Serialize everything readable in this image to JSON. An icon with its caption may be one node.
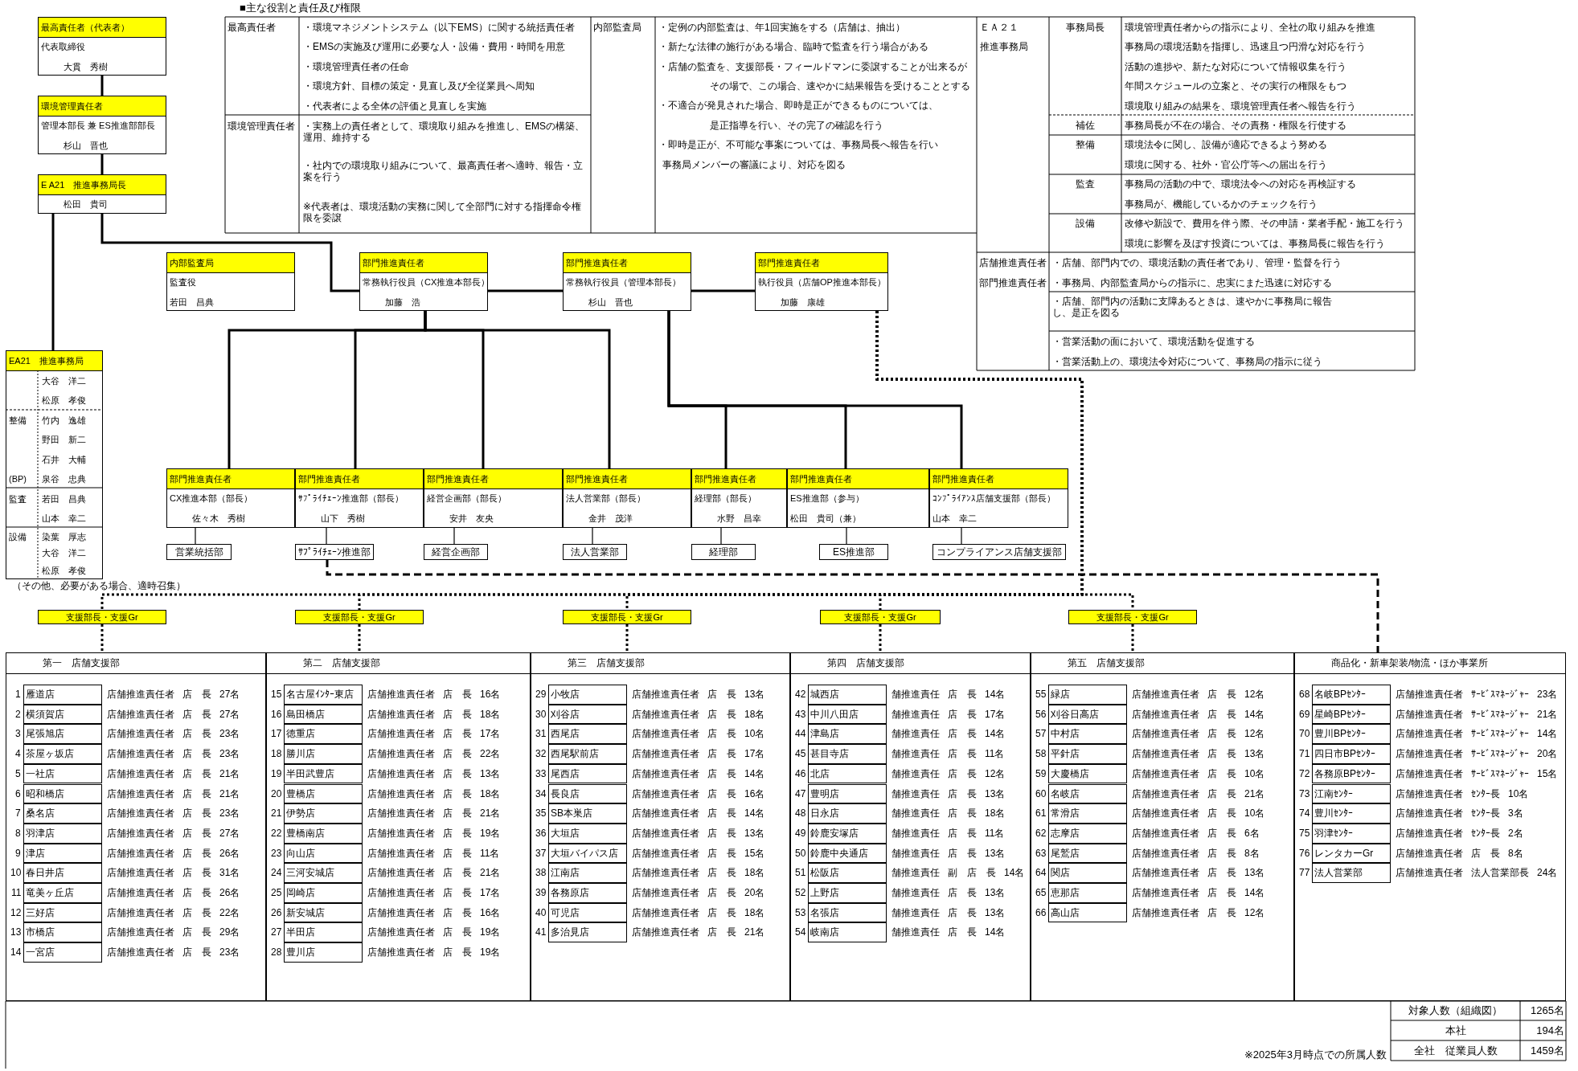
{
  "diagram": {
    "nodes": [
      {
        "text": [
          "最高責任者（代表者）",
          "代表取締役",
          "大貫　秀樹"
        ]
      },
      {
        "text": [
          "環境管理責任者",
          "管理本部長 兼 ES推進部部長",
          "杉山　晋也"
        ]
      },
      {
        "text": [
          "E A21　推進事務局長",
          "松田　貴司"
        ]
      },
      {
        "text": [
          "EA21　推進事務局",
          "大谷　洋二",
          "松原　孝俊",
          "整備",
          "竹内　逸雄",
          "野田　新二",
          "石井　大輔",
          "(BP)",
          "泉谷　忠典",
          "監査",
          "若田　昌典",
          "山本　幸二",
          "設備",
          "染葉　厚志",
          "大谷　洋二",
          "松原　孝俊"
        ],
        "beside": [
          "（その他、必要がある場合、適時召集）"
        ]
      },
      {
        "text": [
          "内部監査局",
          "監査役",
          "若田　昌典"
        ]
      },
      {
        "text": [
          "部門推進責任者",
          "常務執行役員（CX推進本部長）",
          "加藤　浩"
        ]
      },
      {
        "text": [
          "部門推進責任者",
          "常務執行役員（管理本部長）",
          "杉山　晋也"
        ]
      },
      {
        "text": [
          "部門推進責任者",
          "執行役員（店舗OP推進本部長）",
          "加藤　康雄"
        ]
      },
      {
        "text": [
          "部門推進責任者",
          "CX推進本部（部長）",
          "佐々木　秀樹"
        ]
      },
      {
        "text": [
          "部門推進責任者",
          "ｻﾌﾟﾗｲﾁｪｰﾝ推進部（部長）",
          "山下　秀樹"
        ]
      },
      {
        "text": [
          "部門推進責任者",
          "経営企画部（部長）",
          "安井　友央"
        ]
      },
      {
        "text": [
          "部門推進責任者",
          "法人営業部（部長）",
          "金井　茂洋"
        ]
      },
      {
        "text": [
          "部門推進責任者",
          "経理部（部長）",
          "水野　昌幸"
        ]
      },
      {
        "text": [
          "部門推進責任者",
          "ES推進部（参与）",
          "松田　貴司（兼）"
        ]
      },
      {
        "text": [
          "部門推進責任者",
          "ｺﾝﾌﾟﾗｲｱﾝｽ店舗支援部（部長）",
          "山本　幸二"
        ]
      },
      {
        "text": [
          "営業統括部"
        ]
      },
      {
        "text": [
          "ｻﾌﾟﾗｲﾁｪｰﾝ推進部"
        ]
      },
      {
        "text": [
          "経営企画部"
        ]
      },
      {
        "text": [
          "法人営業部"
        ]
      },
      {
        "text": [
          "経理部"
        ]
      },
      {
        "text": [
          "ES推進部"
        ]
      },
      {
        "text": [
          "コンプライアンス店舗支援部"
        ]
      },
      {
        "text": [
          "支援部長・支援Gr"
        ]
      },
      {
        "text": [
          "支援部長・支援Gr"
        ]
      },
      {
        "text": [
          "支援部長・支援Gr"
        ]
      },
      {
        "text": [
          "支援部長・支援Gr"
        ]
      },
      {
        "text": [
          "支援部長・支援Gr"
        ]
      },
      {
        "text": [
          "第一　店舗支援部"
        ]
      },
      {
        "text": [
          "第二　店舗支援部"
        ]
      },
      {
        "text": [
          "第三　店舗支援部"
        ]
      },
      {
        "text": [
          "第四　店舗支援部"
        ]
      },
      {
        "text": [
          "第五　店舗支援部"
        ]
      },
      {
        "text": [
          "商品化・新車架装/物流・ほか事業所"
        ]
      },
      {
        "text": [
          "雁道店"
        ],
        "in": 27,
        "beside": [
          "1",
          "店舗推進責任者",
          "店　長",
          "27名"
        ]
      },
      {
        "text": [
          "横須賀店"
        ],
        "in": 27,
        "beside": [
          "2",
          "店舗推進責任者",
          "店　長",
          "27名"
        ]
      },
      {
        "text": [
          "尾張旭店"
        ],
        "in": 27,
        "beside": [
          "3",
          "店舗推進責任者",
          "店　長",
          "23名"
        ]
      },
      {
        "text": [
          "茶屋ヶ坂店"
        ],
        "in": 27,
        "beside": [
          "4",
          "店舗推進責任者",
          "店　長",
          "23名"
        ]
      },
      {
        "text": [
          "一社店"
        ],
        "in": 27,
        "beside": [
          "5",
          "店舗推進責任者",
          "店　長",
          "21名"
        ]
      },
      {
        "text": [
          "昭和橋店"
        ],
        "in": 27,
        "beside": [
          "6",
          "店舗推進責任者",
          "店　長",
          "21名"
        ]
      },
      {
        "text": [
          "桑名店"
        ],
        "in": 27,
        "beside": [
          "7",
          "店舗推進責任者",
          "店　長",
          "23名"
        ]
      },
      {
        "text": [
          "羽津店"
        ],
        "in": 27,
        "beside": [
          "8",
          "店舗推進責任者",
          "店　長",
          "27名"
        ]
      },
      {
        "text": [
          "津店"
        ],
        "in": 27,
        "beside": [
          "9",
          "店舗推進責任者",
          "店　長",
          "26名"
        ]
      },
      {
        "text": [
          "春日井店"
        ],
        "in": 27,
        "beside": [
          "10",
          "店舗推進責任者",
          "店　長",
          "31名"
        ]
      },
      {
        "text": [
          "竜美ヶ丘店"
        ],
        "in": 27,
        "beside": [
          "11",
          "店舗推進責任者",
          "店　長",
          "26名"
        ]
      },
      {
        "text": [
          "三好店"
        ],
        "in": 27,
        "beside": [
          "12",
          "店舗推進責任者",
          "店　長",
          "22名"
        ]
      },
      {
        "text": [
          "市橋店"
        ],
        "in": 27,
        "beside": [
          "13",
          "店舗推進責任者",
          "店　長",
          "29名"
        ]
      },
      {
        "text": [
          "一宮店"
        ],
        "in": 27,
        "beside": [
          "14",
          "店舗推進責任者",
          "店　長",
          "23名"
        ]
      },
      {
        "text": [
          "名古屋ｲﾝﾀｰ東店"
        ],
        "in": 28,
        "beside": [
          "15",
          "店舗推進責任者",
          "店　長",
          "16名"
        ]
      },
      {
        "text": [
          "島田橋店"
        ],
        "in": 28,
        "beside": [
          "16",
          "店舗推進責任者",
          "店　長",
          "18名"
        ]
      },
      {
        "text": [
          "徳重店"
        ],
        "in": 28,
        "beside": [
          "17",
          "店舗推進責任者",
          "店　長",
          "17名"
        ]
      },
      {
        "text": [
          "勝川店"
        ],
        "in": 28,
        "beside": [
          "18",
          "店舗推進責任者",
          "店　長",
          "22名"
        ]
      },
      {
        "text": [
          "半田武豊店"
        ],
        "in": 28,
        "beside": [
          "19",
          "店舗推進責任者",
          "店　長",
          "13名"
        ]
      },
      {
        "text": [
          "豊橋店"
        ],
        "in": 28,
        "beside": [
          "20",
          "店舗推進責任者",
          "店　長",
          "18名"
        ]
      },
      {
        "text": [
          "伊勢店"
        ],
        "in": 28,
        "beside": [
          "21",
          "店舗推進責任者",
          "店　長",
          "21名"
        ]
      },
      {
        "text": [
          "豊橋南店"
        ],
        "in": 28,
        "beside": [
          "22",
          "店舗推進責任者",
          "店　長",
          "19名"
        ]
      },
      {
        "text": [
          "向山店"
        ],
        "in": 28,
        "beside": [
          "23",
          "店舗推進責任者",
          "店　長",
          "11名"
        ]
      },
      {
        "text": [
          "三河安城店"
        ],
        "in": 28,
        "beside": [
          "24",
          "店舗推進責任者",
          "店　長",
          "21名"
        ]
      },
      {
        "text": [
          "岡崎店"
        ],
        "in": 28,
        "beside": [
          "25",
          "店舗推進責任者",
          "店　長",
          "17名"
        ]
      },
      {
        "text": [
          "新安城店"
        ],
        "in": 28,
        "beside": [
          "26",
          "店舗推進責任者",
          "店　長",
          "16名"
        ]
      },
      {
        "text": [
          "半田店"
        ],
        "in": 28,
        "beside": [
          "27",
          "店舗推進責任者",
          "店　長",
          "19名"
        ]
      },
      {
        "text": [
          "豊川店"
        ],
        "in": 28,
        "beside": [
          "28",
          "店舗推進責任者",
          "店　長",
          "19名"
        ]
      },
      {
        "text": [
          "小牧店"
        ],
        "in": 29,
        "beside": [
          "29",
          "店舗推進責任者",
          "店　長",
          "13名"
        ]
      },
      {
        "text": [
          "刈谷店"
        ],
        "in": 29,
        "beside": [
          "30",
          "店舗推進責任者",
          "店　長",
          "18名"
        ]
      },
      {
        "text": [
          "西尾店"
        ],
        "in": 29,
        "beside": [
          "31",
          "店舗推進責任者",
          "店　長",
          "10名"
        ]
      },
      {
        "text": [
          "西尾駅前店"
        ],
        "in": 29,
        "beside": [
          "32",
          "店舗推進責任者",
          "店　長",
          "17名"
        ]
      },
      {
        "text": [
          "尾西店"
        ],
        "in": 29,
        "beside": [
          "33",
          "店舗推進責任者",
          "店　長",
          "14名"
        ]
      },
      {
        "text": [
          "長良店"
        ],
        "in": 29,
        "beside": [
          "34",
          "店舗推進責任者",
          "店　長",
          "16名"
        ]
      },
      {
        "text": [
          "SB本巣店"
        ],
        "in": 29,
        "beside": [
          "35",
          "店舗推進責任者",
          "店　長",
          "14名"
        ]
      },
      {
        "text": [
          "大垣店"
        ],
        "in": 29,
        "beside": [
          "36",
          "店舗推進責任者",
          "店　長",
          "13名"
        ]
      },
      {
        "text": [
          "大垣バイパス店"
        ],
        "in": 29,
        "beside": [
          "37",
          "店舗推進責任者",
          "店　長",
          "15名"
        ]
      },
      {
        "text": [
          "江南店"
        ],
        "in": 29,
        "beside": [
          "38",
          "店舗推進責任者",
          "店　長",
          "18名"
        ]
      },
      {
        "text": [
          "各務原店"
        ],
        "in": 29,
        "beside": [
          "39",
          "店舗推進責任者",
          "店　長",
          "20名"
        ]
      },
      {
        "text": [
          "可児店"
        ],
        "in": 29,
        "beside": [
          "40",
          "店舗推進責任者",
          "店　長",
          "18名"
        ]
      },
      {
        "text": [
          "多治見店"
        ],
        "in": 29,
        "beside": [
          "41",
          "店舗推進責任者",
          "店　長",
          "21名"
        ]
      },
      {
        "text": [
          "城西店"
        ],
        "in": 30,
        "beside": [
          "42",
          "舗推進責任",
          "店　長",
          "14名"
        ]
      },
      {
        "text": [
          "中川八田店"
        ],
        "in": 30,
        "beside": [
          "43",
          "舗推進責任",
          "店　長",
          "17名"
        ]
      },
      {
        "text": [
          "津島店"
        ],
        "in": 30,
        "beside": [
          "44",
          "舗推進責任",
          "店　長",
          "14名"
        ]
      },
      {
        "text": [
          "甚目寺店"
        ],
        "in": 30,
        "beside": [
          "45",
          "舗推進責任",
          "店　長",
          "11名"
        ]
      },
      {
        "text": [
          "北店"
        ],
        "in": 30,
        "beside": [
          "46",
          "舗推進責任",
          "店　長",
          "12名"
        ]
      },
      {
        "text": [
          "豊明店"
        ],
        "in": 30,
        "beside": [
          "47",
          "舗推進責任",
          "店　長",
          "13名"
        ]
      },
      {
        "text": [
          "日永店"
        ],
        "in": 30,
        "beside": [
          "48",
          "舗推進責任",
          "店　長",
          "18名"
        ]
      },
      {
        "text": [
          "鈴鹿安塚店"
        ],
        "in": 30,
        "beside": [
          "49",
          "舗推進責任",
          "店　長",
          "11名"
        ]
      },
      {
        "text": [
          "鈴鹿中央通店"
        ],
        "in": 30,
        "beside": [
          "50",
          "舗推進責任",
          "店　長",
          "13名"
        ]
      },
      {
        "text": [
          "松阪店"
        ],
        "in": 30,
        "beside": [
          "51",
          "舗推進責任",
          "副　店　長",
          "14名"
        ]
      },
      {
        "text": [
          "上野店"
        ],
        "in": 30,
        "beside": [
          "52",
          "舗推進責任",
          "店　長",
          "13名"
        ]
      },
      {
        "text": [
          "名張店"
        ],
        "in": 30,
        "beside": [
          "53",
          "舗推進責任",
          "店　長",
          "13名"
        ]
      },
      {
        "text": [
          "岐南店"
        ],
        "in": 30,
        "beside": [
          "54",
          "舗推進責任",
          "店　長",
          "14名"
        ]
      },
      {
        "text": [
          "緑店"
        ],
        "in": 31,
        "beside": [
          "55",
          "店舗推進責任者",
          "店　長",
          "12名"
        ]
      },
      {
        "text": [
          "刈谷日高店"
        ],
        "in": 31,
        "beside": [
          "56",
          "店舗推進責任者",
          "店　長",
          "14名"
        ]
      },
      {
        "text": [
          "中村店"
        ],
        "in": 31,
        "beside": [
          "57",
          "店舗推進責任者",
          "店　長",
          "12名"
        ]
      },
      {
        "text": [
          "平針店"
        ],
        "in": 31,
        "beside": [
          "58",
          "店舗推進責任者",
          "店　長",
          "13名"
        ]
      },
      {
        "text": [
          "大慶橋店"
        ],
        "in": 31,
        "beside": [
          "59",
          "店舗推進責任者",
          "店　長",
          "10名"
        ]
      },
      {
        "text": [
          "名岐店"
        ],
        "in": 31,
        "beside": [
          "60",
          "店舗推進責任者",
          "店　長",
          "21名"
        ]
      },
      {
        "text": [
          "常滑店"
        ],
        "in": 31,
        "beside": [
          "61",
          "店舗推進責任者",
          "店　長",
          "10名"
        ]
      },
      {
        "text": [
          "志摩店"
        ],
        "in": 31,
        "beside": [
          "62",
          "店舗推進責任者",
          "店　長",
          "6名"
        ]
      },
      {
        "text": [
          "尾鷲店"
        ],
        "in": 31,
        "beside": [
          "63",
          "店舗推進責任者",
          "店　長",
          "8名"
        ]
      },
      {
        "text": [
          "関店"
        ],
        "in": 31,
        "beside": [
          "64",
          "店舗推進責任者",
          "店　長",
          "13名"
        ]
      },
      {
        "text": [
          "恵那店"
        ],
        "in": 31,
        "beside": [
          "65",
          "店舗推進責任者",
          "店　長",
          "14名"
        ]
      },
      {
        "text": [
          "高山店"
        ],
        "in": 31,
        "beside": [
          "66",
          "店舗推進責任者",
          "店　長",
          "12名"
        ]
      },
      {
        "text": [
          "名岐BPｾﾝﾀｰ"
        ],
        "in": 32,
        "beside": [
          "68",
          "店舗推進責任者",
          "ｻｰﾋﾞｽﾏﾈｰｼﾞｬｰ",
          "23名"
        ]
      },
      {
        "text": [
          "星崎BPｾﾝﾀｰ"
        ],
        "in": 32,
        "beside": [
          "69",
          "店舗推進責任者",
          "ｻｰﾋﾞｽﾏﾈｰｼﾞｬｰ",
          "21名"
        ]
      },
      {
        "text": [
          "豊川BPｾﾝﾀｰ"
        ],
        "in": 32,
        "beside": [
          "70",
          "店舗推進責任者",
          "ｻｰﾋﾞｽﾏﾈｰｼﾞｬｰ",
          "14名"
        ]
      },
      {
        "text": [
          "四日市BPｾﾝﾀｰ"
        ],
        "in": 32,
        "beside": [
          "71",
          "店舗推進責任者",
          "ｻｰﾋﾞｽﾏﾈｰｼﾞｬｰ",
          "20名"
        ]
      },
      {
        "text": [
          "各務原BPｾﾝﾀｰ"
        ],
        "in": 32,
        "beside": [
          "72",
          "店舗推進責任者",
          "ｻｰﾋﾞｽﾏﾈｰｼﾞｬｰ",
          "15名"
        ]
      },
      {
        "text": [
          "江南ｾﾝﾀｰ"
        ],
        "in": 32,
        "beside": [
          "73",
          "店舗推進責任者",
          "ｾﾝﾀｰ長",
          "10名"
        ]
      },
      {
        "text": [
          "豊川ｾﾝﾀｰ"
        ],
        "in": 32,
        "beside": [
          "74",
          "店舗推進責任者",
          "ｾﾝﾀｰ長",
          "3名"
        ]
      },
      {
        "text": [
          "羽津ｾﾝﾀｰ"
        ],
        "in": 32,
        "beside": [
          "75",
          "店舗推進責任者",
          "ｾﾝﾀｰ長",
          "2名"
        ]
      },
      {
        "text": [
          "レンタカーGr"
        ],
        "in": 32,
        "beside": [
          "76",
          "店舗推進責任者",
          "店　長",
          "8名"
        ]
      },
      {
        "text": [
          "法人営業部"
        ],
        "in": 32,
        "beside": [
          "77",
          "店舗推進責任者",
          "法人営業部長",
          "24名"
        ]
      }
    ],
    "edges": [
      {
        "from": 0,
        "to": 1,
        "arrow": "none"
      },
      {
        "from": 1,
        "to": 2,
        "arrow": "none"
      },
      {
        "from": 2,
        "to": 3,
        "arrow": "none"
      },
      {
        "from": 2,
        "to": 5,
        "arrow": "none"
      },
      {
        "from": 5,
        "to": 6,
        "arrow": "none"
      },
      {
        "from": 6,
        "to": 7,
        "arrow": "none"
      },
      {
        "from": 5,
        "to": 8,
        "arrow": "none"
      },
      {
        "from": 5,
        "to": 9,
        "arrow": "none"
      },
      {
        "from": 5,
        "to": 10,
        "arrow": "none"
      },
      {
        "from": 5,
        "to": 11,
        "arrow": "none"
      },
      {
        "from": 6,
        "to": 12,
        "arrow": "none"
      },
      {
        "from": 6,
        "to": 13,
        "arrow": "none"
      },
      {
        "from": 6,
        "to": 14,
        "arrow": "none"
      },
      {
        "from": 8,
        "to": 15,
        "arrow": "none"
      },
      {
        "from": 9,
        "to": 16,
        "arrow": "none"
      },
      {
        "from": 10,
        "to": 17,
        "arrow": "none"
      },
      {
        "from": 11,
        "to": 18,
        "arrow": "none"
      },
      {
        "from": 12,
        "to": 19,
        "arrow": "none"
      },
      {
        "from": 13,
        "to": 20,
        "arrow": "none"
      },
      {
        "from": 14,
        "to": 21,
        "arrow": "none"
      },
      {
        "from": 7,
        "to": 22,
        "arrow": "none",
        "style": "dashed"
      },
      {
        "from": 7,
        "to": 23,
        "arrow": "none",
        "style": "dashed"
      },
      {
        "from": 7,
        "to": 24,
        "arrow": "none",
        "style": "dashed"
      },
      {
        "from": 7,
        "to": 25,
        "arrow": "none",
        "style": "dashed"
      },
      {
        "from": 7,
        "to": 26,
        "arrow": "none",
        "style": "dashed"
      },
      {
        "from": 16,
        "to": 32,
        "arrow": "none",
        "style": "dashed"
      },
      {
        "from": 22,
        "to": 27,
        "arrow": "none",
        "style": "dashed"
      },
      {
        "from": 23,
        "to": 28,
        "arrow": "none",
        "style": "dashed"
      },
      {
        "from": 24,
        "to": 29,
        "arrow": "none",
        "style": "dashed"
      },
      {
        "from": 25,
        "to": 30,
        "arrow": "none",
        "style": "dashed"
      },
      {
        "from": 26,
        "to": 31,
        "arrow": "none",
        "style": "dashed"
      }
    ],
    "labels": [
      "■主な役割と責任及び権限",
      "最高責任者",
      "・環境マネジメントシステム（以下EMS）に関する統括責任者",
      "・EMSの実施及び運用に必要な人・設備・費用・時間を用意",
      "・環境管理責任者の任命",
      "・環境方針、目標の策定・見直し及び全従業員へ周知",
      "・代表者による全体の評価と見直しを実施",
      "環境管理責任者",
      "・実務上の責任者として、環境取り組みを推進し、EMSの構築、運用、維持する",
      "・社内での環境取り組みについて、最高責任者へ適時、報告・立案を行う",
      "※代表者は、環境活動の実務に関して全部門に対する指揮命令権限を委譲",
      "内部監査局",
      "・定例の内部監査は、年1回実施をする（店舗は、抽出）",
      "・新たな法律の施行がある場合、臨時で監査を行う場合がある",
      "・店舗の監査を、支援部長・フィールドマンに委譲することが出来るが",
      "その場で、この場合、速やかに結果報告を受けることとする",
      "・不適合が発見された場合、即時是正ができるものについては、",
      "是正指導を行い、その完了の確認を行う",
      "・即時是正が、不可能な事案については、事務局長へ報告を行い",
      "事務局メンバーの審議により、対応を図る",
      "ＥＡ２１",
      "推進事務局",
      "事務局長",
      "環境管理責任者からの指示により、全社の取り組みを推進",
      "事務局の環境活動を指揮し、迅速且つ円滑な対応を行う",
      "活動の進捗や、新たな対応について情報収集を行う",
      "年間スケジュールの立案と、その実行の権限をもつ",
      "環境取り組みの結果を、環境管理責任者へ報告を行う",
      "補佐",
      "事務局長が不在の場合、その責務・権限を行使する",
      "整備",
      "環境法令に関し、設備が適応できるよう努める",
      "環境に関する、社外・官公庁等への届出を行う",
      "監査",
      "事務局の活動の中で、環境法令への対応を再検証する",
      "事務局が、機能しているかのチェックを行う",
      "設備",
      "改修や新設で、費用を伴う際、その申請・業者手配・施工を行う",
      "環境に影響を及ぼす投資については、事務局長に報告を行う",
      "店舗推進責任者",
      "部門推進責任者",
      "・店舗、部門内での、環境活動の責任者であり、管理・監督を行う",
      "・事務局、内部監査局からの指示に、忠実にまた迅速に対応する",
      "・店舗、部門内の活動に支障あるときは、速やかに事務局に報告し、是正を図る",
      "・営業活動の面において、環境活動を促進する",
      "・営業活動上の、環境法令対応について、事務局の指示に従う",
      "※2025年3月時点での所属人数",
      "対象人数（組織図）",
      "1265名",
      "本社",
      "194名",
      "全社　従業員人数",
      "1459名"
    ]
  }
}
